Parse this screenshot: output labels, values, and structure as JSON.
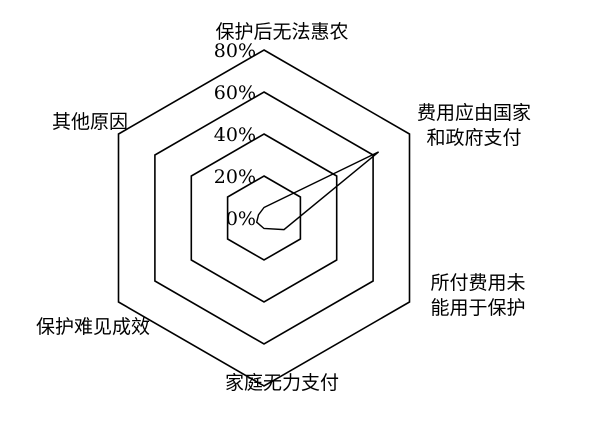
{
  "chart_data": {
    "type": "radar",
    "title": "",
    "axes": [
      {
        "label_lines": [
          "保护后无法惠农"
        ]
      },
      {
        "label_lines": [
          "费用应由国家",
          "和政府支付"
        ]
      },
      {
        "label_lines": [
          "所付费用未",
          "能用于保护"
        ]
      },
      {
        "label_lines": [
          "家庭无力支付"
        ]
      },
      {
        "label_lines": [
          "保护难见成效"
        ]
      },
      {
        "label_lines": [
          "其他原因"
        ]
      }
    ],
    "ticks": [
      "0%",
      "20%",
      "40%",
      "60%",
      "80%"
    ],
    "tick_values": [
      0,
      20,
      40,
      60,
      80
    ],
    "range": [
      0,
      80
    ],
    "series": [
      {
        "values": [
          5,
          63,
          11,
          5,
          4,
          3
        ]
      }
    ],
    "colors": {
      "line": "#000000",
      "grid": "#000000",
      "background": "#ffffff"
    }
  }
}
